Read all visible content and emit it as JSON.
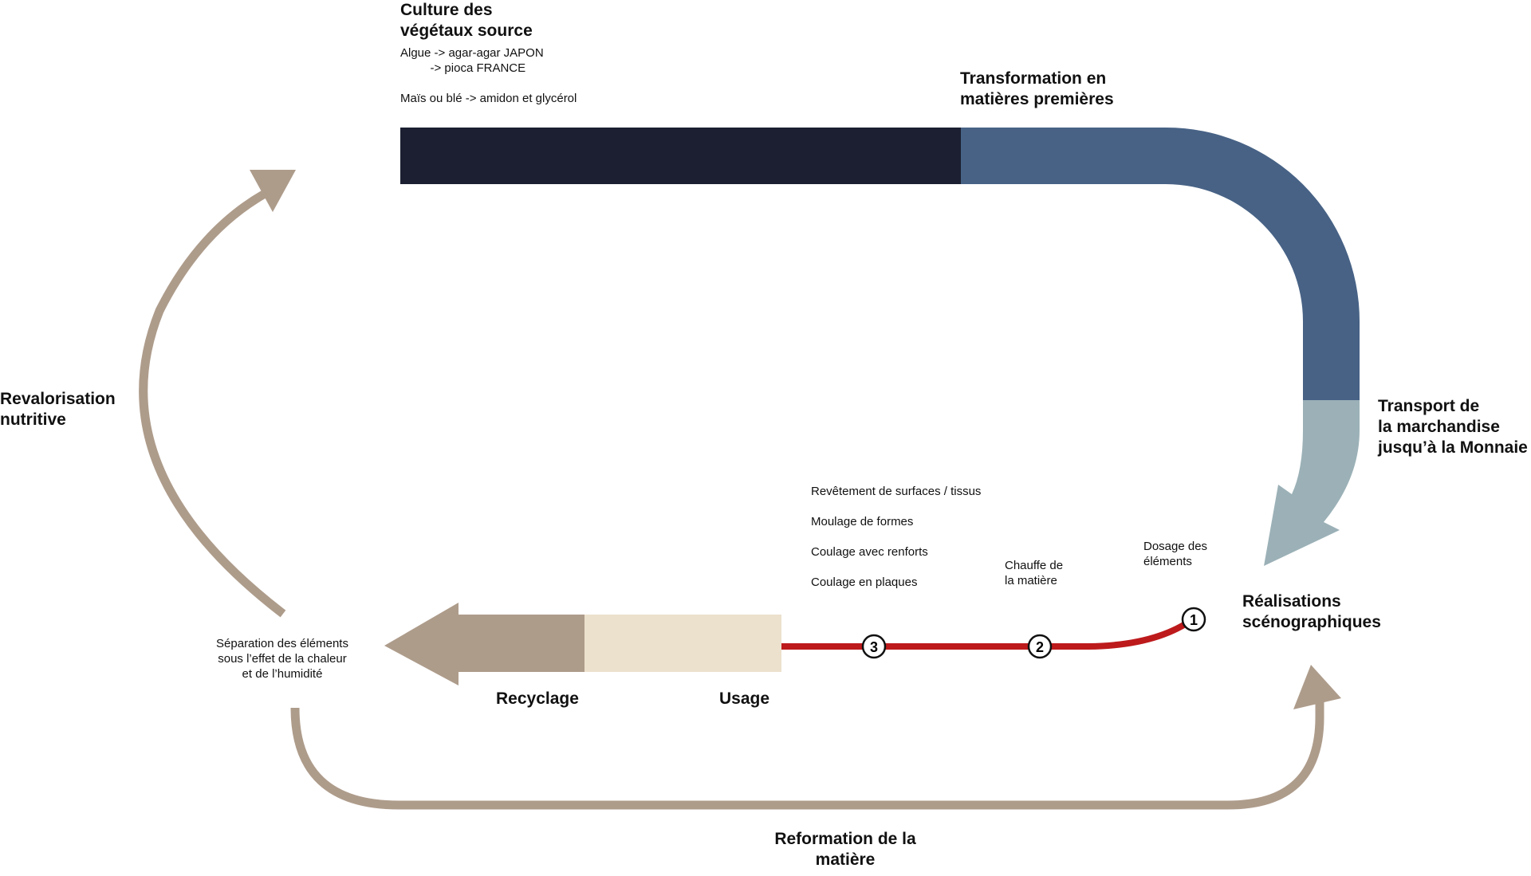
{
  "colors": {
    "dark_navy": "#1b1f31",
    "steel_blue": "#476285",
    "light_blue": "#9bb1b7",
    "taupe": "#ae9c8b",
    "cream": "#ece1cd",
    "red": "#bd1a1c",
    "marker_stroke": "#111111"
  },
  "stages": {
    "culture": {
      "title": "Culture des\nvégétaux source",
      "details": "Algue -> agar-agar JAPON\n         -> pioca FRANCE\n\nMaïs ou blé -> amidon et glycérol"
    },
    "transformation": "Transformation en\nmatières premières",
    "transport": "Transport de\nla marchandise\njusqu’à la Monnaie",
    "realisations": "Réalisations\nscénographiques",
    "revalorisation": "Revalorisation\nnutritive",
    "separation": "Séparation des éléments\nsous l’effet de la chaleur\net de l’humidité",
    "reformation": "Reformation de la\nmatière",
    "recyclage": "Recyclage",
    "usage": "Usage"
  },
  "process_steps": [
    {
      "number": "1",
      "label": "Dosage des\néléments"
    },
    {
      "number": "2",
      "label": "Chauffe de\nla matière"
    },
    {
      "number": "3",
      "label": "Revêtement de surfaces / tissus\n\nMoulage de formes\n\nCoulage avec renforts\n\nCoulage en plaques"
    }
  ]
}
